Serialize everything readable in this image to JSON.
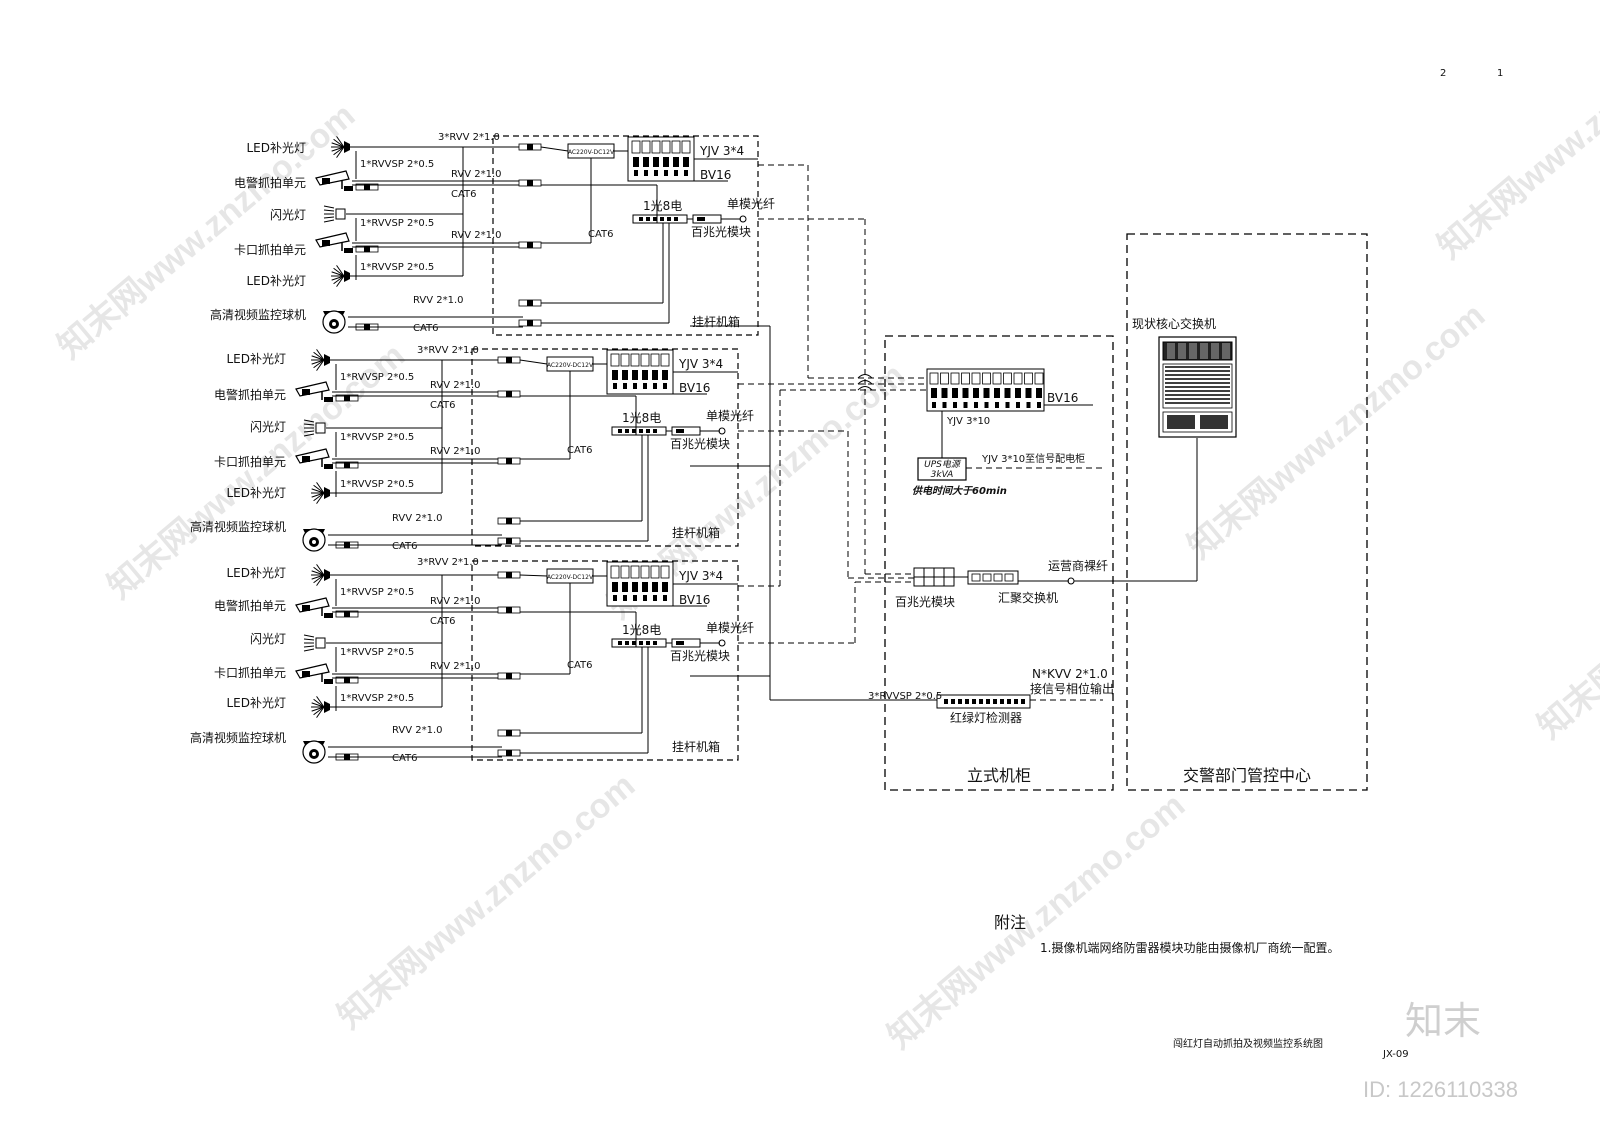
{
  "page": {
    "num_left": "2",
    "num_right": "1"
  },
  "units": [
    {
      "devices": [
        "LED补光灯",
        "电警抓拍单元",
        "闪光灯",
        "卡口抓拍单元",
        "LED补光灯",
        "高清视频监控球机"
      ],
      "cables": {
        "top": "3*RVV 2*1.0",
        "sp1": "1*RVVSP 2*0.5",
        "rvv1": "RVV 2*1.0",
        "cat1": "CAT6",
        "sp2": "1*RVVSP 2*0.5",
        "rvv2": "RVV 2*1.0",
        "sp3": "1*RVVSP 2*0.5",
        "rvv3": "RVV 2*1.0",
        "cat_dome": "CAT6",
        "cat_mid": "CAT6"
      },
      "psu": "AC220V-DC12V",
      "yjv": "YJV 3*4",
      "bv": "BV16",
      "media_conv": "1光8电",
      "fiber": "单模光纤",
      "optical_module": "百兆光模块",
      "box": "挂杆机箱"
    },
    {
      "devices": [
        "LED补光灯",
        "电警抓拍单元",
        "闪光灯",
        "卡口抓拍单元",
        "LED补光灯",
        "高清视频监控球机"
      ],
      "cables": {
        "top": "3*RVV 2*1.0",
        "sp1": "1*RVVSP 2*0.5",
        "rvv1": "RVV 2*1.0",
        "cat1": "CAT6",
        "sp2": "1*RVVSP 2*0.5",
        "rvv2": "RVV 2*1.0",
        "sp3": "1*RVVSP 2*0.5",
        "rvv3": "RVV 2*1.0",
        "cat_dome": "CAT6",
        "cat_mid": "CAT6"
      },
      "psu": "AC220V-DC12V",
      "yjv": "YJV 3*4",
      "bv": "BV16",
      "media_conv": "1光8电",
      "fiber": "单模光纤",
      "optical_module": "百兆光模块",
      "box": "挂杆机箱"
    },
    {
      "devices": [
        "LED补光灯",
        "电警抓拍单元",
        "闪光灯",
        "卡口抓拍单元",
        "LED补光灯",
        "高清视频监控球机"
      ],
      "cables": {
        "top": "3*RVV 2*1.0",
        "sp1": "1*RVVSP 2*0.5",
        "rvv1": "RVV 2*1.0",
        "cat1": "CAT6",
        "sp2": "1*RVVSP 2*0.5",
        "rvv2": "RVV 2*1.0",
        "sp3": "1*RVVSP 2*0.5",
        "rvv3": "RVV 2*1.0",
        "cat_dome": "CAT6",
        "cat_mid": "CAT6"
      },
      "psu": "AC220V-DC12V",
      "yjv": "YJV 3*4",
      "bv": "BV16",
      "media_conv": "1光8电",
      "fiber": "单模光纤",
      "optical_module": "百兆光模块",
      "box": "挂杆机箱"
    }
  ],
  "cabinet": {
    "title": "立式机柜",
    "bv": "BV16",
    "yjv": "YJV 3*10",
    "ups_1": "UPS电源",
    "ups_2": "3kVA",
    "ups_note": "供电时间大于60min",
    "yjv_out": "YJV 3*10至信号配电柜",
    "optical_module": "百兆光模块",
    "agg_switch": "汇聚交换机",
    "bare_fiber": "运营商裸纤",
    "kvv": "N*KVV 2*1.0",
    "signal_out": "接信号相位输出",
    "rvvsp": "3*RVVSP 2*0.5",
    "detector": "红绿灯检测器"
  },
  "center": {
    "title": "交警部门管控中心",
    "core_switch": "现状核心交换机"
  },
  "notes": {
    "heading": "附注",
    "item1": "1.摄像机端网络防雷器模块功能由摄像机厂商统一配置。"
  },
  "title_block": {
    "drawing_title": "闯红灯自动抓拍及视频监控系统图",
    "drawing_no": "JX-09"
  },
  "watermark": {
    "brand": "知末",
    "id": "ID: 1226110338",
    "site": "知末网www.znzmo.com"
  }
}
